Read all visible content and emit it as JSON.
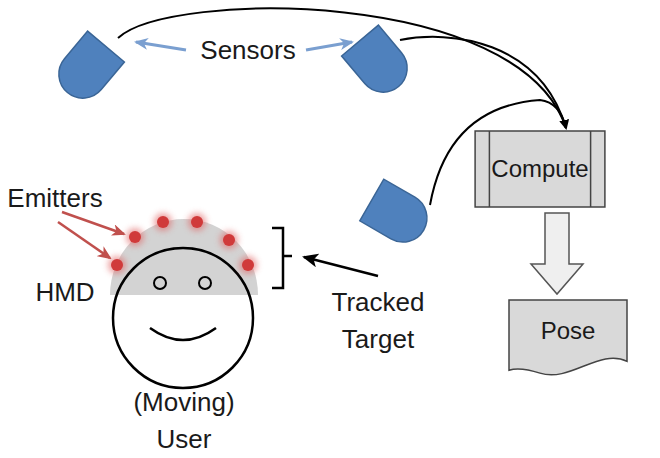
{
  "diagram": {
    "nodes": [
      {
        "text": [
          "Compute"
        ]
      },
      {
        "text": [
          "Pose"
        ]
      }
    ],
    "edges": [
      {
        "from": 0,
        "to": 1,
        "arrow": "to"
      }
    ],
    "labels": [
      "Sensors",
      "Emitters",
      "HMD",
      "Tracked Target",
      "(Moving) User"
    ]
  }
}
